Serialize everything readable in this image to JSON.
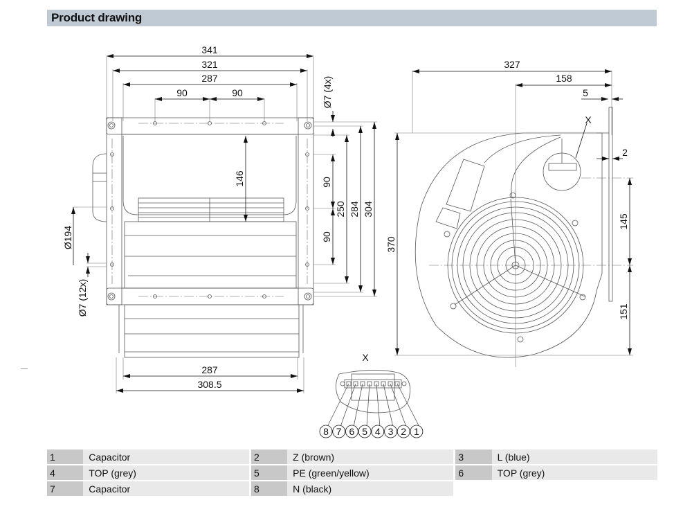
{
  "header": {
    "title": "Product drawing"
  },
  "front_view": {
    "dims_horizontal_top": [
      "341",
      "321",
      "287",
      "90",
      "90"
    ],
    "dims_horizontal_bottom": [
      "287",
      "308.5"
    ],
    "dims_vertical_right": [
      "Ø7 (4x)",
      "146",
      "90",
      "250",
      "284",
      "304",
      "90"
    ],
    "dims_left": [
      "Ø194",
      "Ø7 (12x)"
    ]
  },
  "side_view": {
    "dims_top": [
      "327",
      "158",
      "5"
    ],
    "dims_right": [
      "2",
      "145",
      "151"
    ],
    "dim_left": "370",
    "detail_label": "X"
  },
  "detail_x": {
    "label": "X",
    "terminals": [
      "8",
      "7",
      "6",
      "5",
      "4",
      "3",
      "2",
      "1"
    ]
  },
  "legend": {
    "rows": [
      [
        {
          "num": "1",
          "label": "Capacitor"
        },
        {
          "num": "2",
          "label": "Z (brown)"
        },
        {
          "num": "3",
          "label": "L (blue)"
        }
      ],
      [
        {
          "num": "4",
          "label": "TOP (grey)"
        },
        {
          "num": "5",
          "label": "PE (green/yellow)"
        },
        {
          "num": "6",
          "label": "TOP (grey)"
        }
      ],
      [
        {
          "num": "7",
          "label": "Capacitor"
        },
        {
          "num": "8",
          "label": "N (black)"
        }
      ]
    ]
  }
}
